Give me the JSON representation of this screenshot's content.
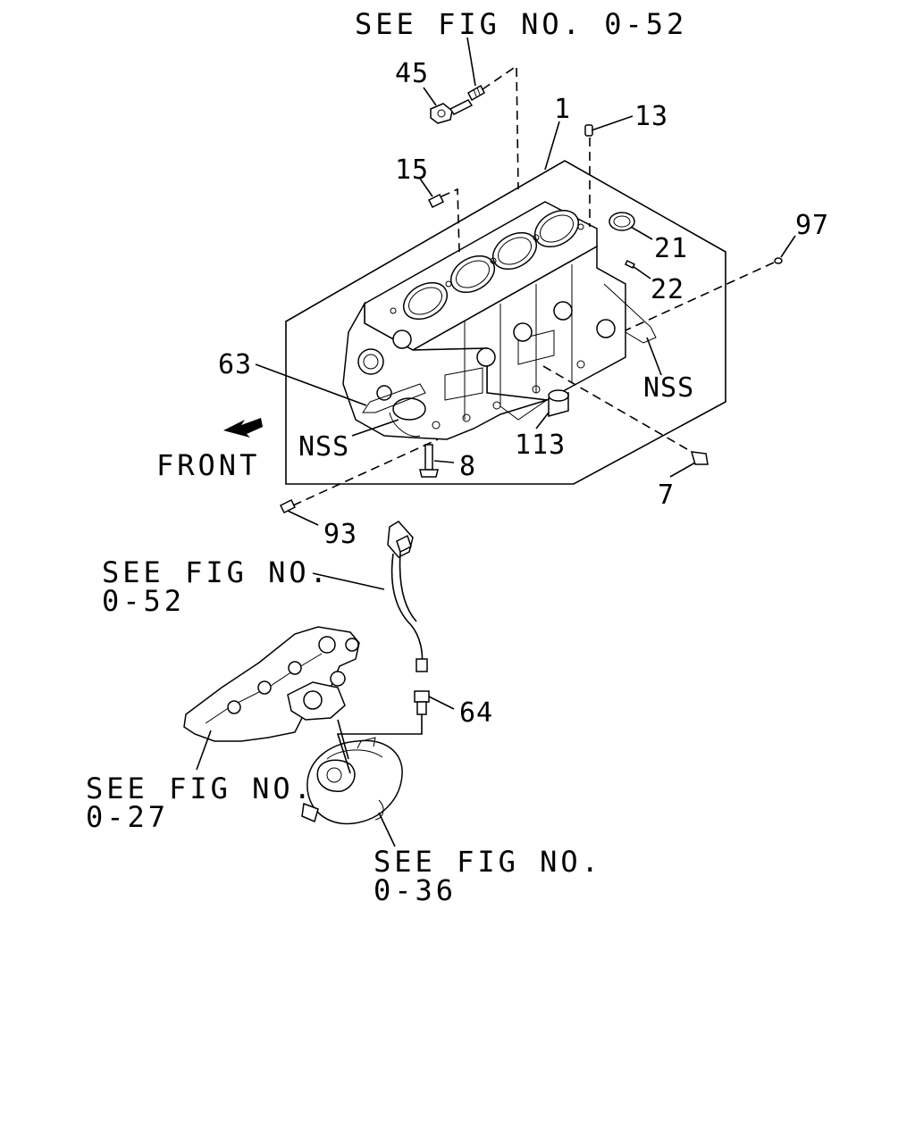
{
  "references": {
    "top": "SEE FIG NO. 0-52",
    "sensor_line1": "SEE FIG NO.",
    "sensor_line2": "0-52",
    "manifold_line1": "SEE FIG NO.",
    "manifold_line2": "0-27",
    "turbo_line1": "SEE FIG NO.",
    "turbo_line2": "0-36"
  },
  "direction": {
    "label": "FRONT",
    "icon": "arrow-front-icon"
  },
  "callouts": {
    "p1": "1",
    "p7": "7",
    "p8": "8",
    "p13": "13",
    "p15": "15",
    "p21": "21",
    "p22": "22",
    "p45": "45",
    "p63": "63",
    "p64": "64",
    "p93": "93",
    "p97": "97",
    "p113": "113",
    "nss_right": "NSS",
    "nss_left": "NSS"
  }
}
